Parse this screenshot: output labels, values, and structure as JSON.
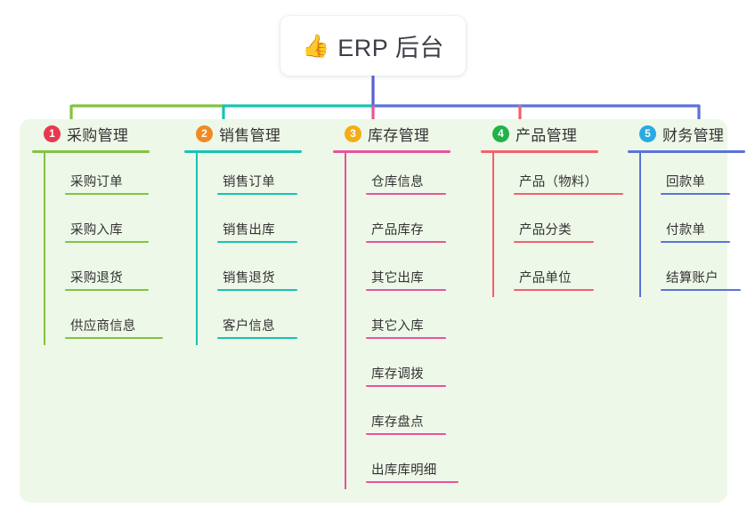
{
  "diagram": {
    "type": "mind-map",
    "title": "ERP 后台",
    "root": {
      "icon": "thumbs-up-icon",
      "icon_glyph": "👍",
      "label": "ERP 后台"
    },
    "panel_background": "#eef8e8",
    "branches": [
      {
        "number": "1",
        "label": "采购管理",
        "badge_color": "#e8384f",
        "line_color": "#82c341",
        "connector_color": "#82c341",
        "items": [
          "采购订单",
          "采购入库",
          "采购退货",
          "供应商信息"
        ]
      },
      {
        "number": "2",
        "label": "销售管理",
        "badge_color": "#f08a24",
        "line_color": "#17c3b2",
        "connector_color": "#17c3b2",
        "items": [
          "销售订单",
          "销售出库",
          "销售退货",
          "客户信息"
        ]
      },
      {
        "number": "3",
        "label": "库存管理",
        "badge_color": "#f5ac16",
        "line_color": "#e8539b",
        "connector_color": "#e8539b",
        "items": [
          "仓库信息",
          "产品库存",
          "其它出库",
          "其它入库",
          "库存调拨",
          "库存盘点",
          "出库库明细"
        ]
      },
      {
        "number": "4",
        "label": "产品管理",
        "badge_color": "#21b24b",
        "line_color": "#f4606c",
        "connector_color": "#f4606c",
        "items": [
          "产品（物料）",
          "产品分类",
          "产品单位"
        ]
      },
      {
        "number": "5",
        "label": "财务管理",
        "badge_color": "#29abe2",
        "line_color": "#5b73d8",
        "connector_color": "#5b73d8",
        "items": [
          "回款单",
          "付款单",
          "结算账户"
        ]
      }
    ],
    "trunk_color": "#5b5fd6"
  }
}
